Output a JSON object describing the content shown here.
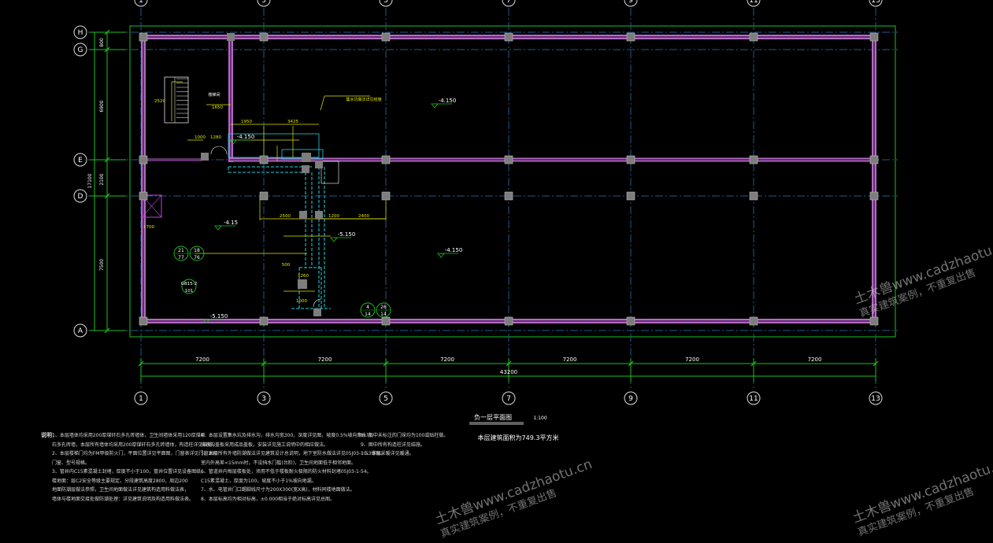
{
  "grid": {
    "columns": [
      "1",
      "3",
      "5",
      "7",
      "9",
      "11",
      "13"
    ],
    "rows": [
      "H",
      "G",
      "E",
      "D",
      "A"
    ]
  },
  "dimensions": {
    "bays": [
      "7200",
      "7200",
      "7200",
      "7200",
      "7200",
      "7200"
    ],
    "total": "43200",
    "left_side": [
      "800",
      "6900",
      "2100",
      "7500"
    ],
    "left_total": "17100"
  },
  "levels": [
    "-4.150",
    "-4.150",
    "-4.15",
    "-5.150",
    "-4.150",
    "-5.150"
  ],
  "inner_dims": [
    "2500",
    "1200",
    "2400",
    "1950",
    "3425",
    "1650",
    "2520",
    "1280",
    "500",
    "1700",
    "1000",
    "1260",
    "1000"
  ],
  "annotations": {
    "note_a": "集水坑做法详见结施",
    "note_b": "楼梯间",
    "bubbles": [
      {
        "top": "21",
        "bottom": "77",
        "right_top": "18",
        "right_bottom": "76"
      },
      {
        "top": "4",
        "bottom": "14",
        "right_top": "26",
        "right_bottom": "14"
      }
    ],
    "label_gbs": "GB15-2",
    "label_gbs_sub": "101"
  },
  "title": {
    "plan": "负一层平面图",
    "scale": "1:100",
    "area": "本层建筑面积为749.3平方米"
  },
  "notes": {
    "heading": "说明：",
    "col1": [
      "1、本层墙体均采用200厚煤矸石多孔砖墙体，卫生间墙体采用120厚煤矸",
      "石多孔砖墙，本层所有墙体均采用200厚煤矸石多孔砖墙体，构造柱详见结施。",
      "2、本层楼梯门均为FM甲级防火门，平面位置详见平面图，门窗表详见门窗300",
      "门窗、型号规格。",
      "3、管井内C15素混凝土封堵，厚度不小于100，管井位置详见设备图纸，",
      "楼地面：层C2安全等级主要规定，分段建筑高度2800，周边200",
      "地面防潮层做法参照，卫生间地面做法详见建筑构造用料做法表，",
      "墙体与楼地面交接处做防潮处理：详见建筑说明及构造用料做法表。"
    ],
    "col2": [
      "4、本层设置集水坑及排水沟，排水沟宽300，深度详见图，坡度0.5%坡向集水坑，",
      "排水沟盖板采用成品盖板，安装详见施工说明中的相应做法。",
      "5、本层所有外墙防潮做法详见建筑设计总说明，地下室防水做法详见05J03-1 53详图。",
      "室内外高差<15mm时，不设挡水门槛(台阶)，卫生间地面低于相邻地面。",
      "6、管道井内每层楼板处，须用不低于楼板耐火极限的防火材料封堵05J03-1-54。",
      "C15素混凝土，厚度为100，坡度不小于1%坡向地漏。",
      "7、水、电管井门口踢脚线尺寸为200X300(宽X高)，材料同楼地面做法。",
      "8、本层标高均为相对标高，±0.000相当于绝对标高详见总图。"
    ],
    "col3": [
      "8、图中未标注的门垛均为100或贴柱做。",
      "9、图中所有构造柱详见结施。",
      "10、本层采暖详见暖通。"
    ]
  },
  "watermarks": [
    {
      "cn": "土木兽www.cadzhaotu.cn",
      "sub": "真实建筑案例，不重复出售"
    },
    {
      "cn": "土木兽www.cadzhaotu.cn",
      "sub": "真实建筑案例，不重复出售"
    },
    {
      "cn": "土木兽www.cadzhaotu.cn",
      "sub": "真实建筑案例，不重复出售"
    }
  ],
  "colors": {
    "background": "#000000",
    "wall": "#b06cc0",
    "wall_core": "#6a2a78",
    "axis": "#1e5a8c",
    "dim": "#1cc21c",
    "column": "#7d7d7d",
    "cyan": "#22d4e0",
    "yellow": "#e6e600",
    "text": "#ffffff"
  }
}
